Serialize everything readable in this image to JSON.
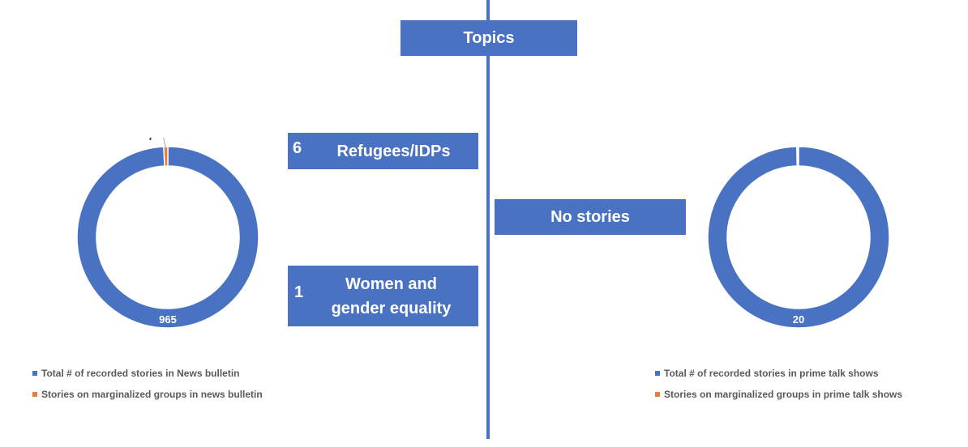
{
  "colors": {
    "primary": "#4a72c2",
    "accent": "#ed7d31",
    "text": "#595959",
    "white": "#ffffff"
  },
  "header": {
    "title": "Topics"
  },
  "topics_left": [
    {
      "count": "6",
      "label": "Refugees/IDPs"
    },
    {
      "count": "1",
      "label": "Women and gender equality"
    }
  ],
  "topics_right": {
    "label": "No stories"
  },
  "chart_data": [
    {
      "type": "pie",
      "variant": "donut",
      "title": "",
      "categories": [
        "Total # of recorded stories in News bulletin",
        "Stories on marginalized groups in news bulletin"
      ],
      "values": [
        965,
        7
      ],
      "data_labels": [
        "965",
        "7"
      ],
      "colors": [
        "#4a72c2",
        "#ed7d31"
      ],
      "legend": "bottom"
    },
    {
      "type": "pie",
      "variant": "donut",
      "title": "",
      "categories": [
        "Total # of recorded stories in prime talk shows",
        "Stories on marginalized groups in prime talk shows"
      ],
      "values": [
        20,
        0
      ],
      "data_labels": [
        "20"
      ],
      "colors": [
        "#4a72c2",
        "#ed7d31"
      ],
      "legend": "bottom"
    }
  ],
  "legend_left": [
    {
      "label": "Total # of recorded stories in News bulletin",
      "color": "#4a72c2"
    },
    {
      "label": "Stories on marginalized groups in news bulletin",
      "color": "#ed7d31"
    }
  ],
  "legend_right": [
    {
      "label": "Total # of recorded stories in prime talk shows",
      "color": "#4a72c2"
    },
    {
      "label": "Stories on marginalized groups in prime talk shows",
      "color": "#ed7d31"
    }
  ]
}
